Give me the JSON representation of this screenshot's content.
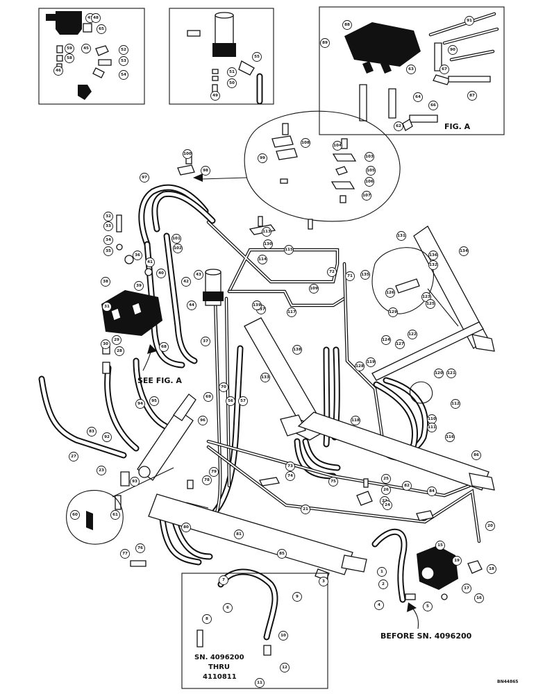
{
  "figure_label": "FIG. A",
  "see_fig_label": "SEE FIG. A",
  "before_serial": "BEFORE SN. 4096200",
  "serial_range": [
    "SN. 4096200",
    "THRU",
    "4110811"
  ],
  "drawing_number": "BN44865",
  "callouts": [
    "1",
    "2",
    "3",
    "4",
    "5",
    "6",
    "7",
    "8",
    "9",
    "10",
    "11",
    "12",
    "15",
    "16",
    "17",
    "18",
    "19",
    "20",
    "21",
    "22",
    "23",
    "24",
    "25",
    "26",
    "27",
    "28",
    "29",
    "30",
    "31",
    "32",
    "33",
    "34",
    "35",
    "36",
    "37",
    "38",
    "39",
    "40",
    "41",
    "42",
    "43",
    "44",
    "45",
    "46",
    "47",
    "48",
    "49",
    "50",
    "51",
    "52",
    "53",
    "54",
    "55",
    "56",
    "57",
    "58",
    "59",
    "60",
    "61",
    "62",
    "63",
    "64",
    "65",
    "66",
    "67",
    "68",
    "69",
    "70",
    "71",
    "72",
    "73",
    "74",
    "75",
    "76",
    "77",
    "78",
    "79",
    "80",
    "81",
    "82",
    "83",
    "84",
    "85",
    "86",
    "87",
    "88",
    "89",
    "90",
    "91",
    "92",
    "93",
    "94",
    "95",
    "96",
    "97",
    "98",
    "99",
    "100",
    "101",
    "102",
    "103",
    "104",
    "105",
    "106",
    "107",
    "108",
    "109",
    "110",
    "111",
    "112",
    "113",
    "114",
    "115",
    "116",
    "117",
    "118",
    "119",
    "120",
    "121",
    "122",
    "123",
    "124",
    "125",
    "126",
    "127",
    "128",
    "129",
    "130",
    "131",
    "132",
    "133",
    "134",
    "135",
    "136",
    "137",
    "138",
    "139"
  ]
}
